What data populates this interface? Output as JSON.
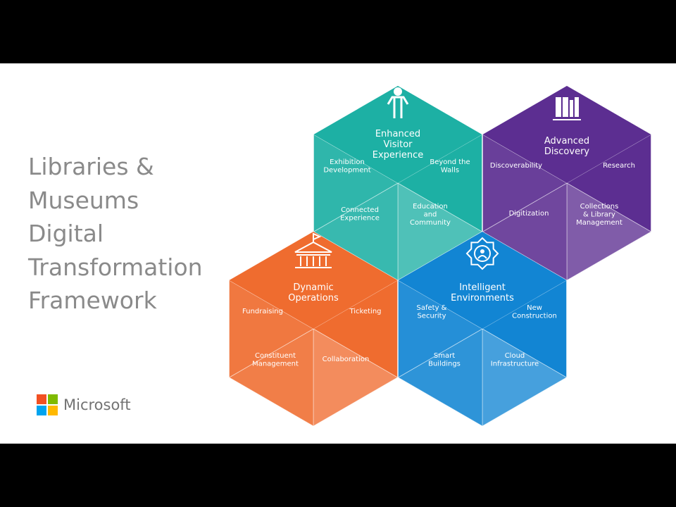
{
  "title_lines": [
    "Libraries &",
    "Museums",
    "Digital",
    "Transformation",
    "Framework"
  ],
  "logo": {
    "text": "Microsoft",
    "colors": [
      "#f25022",
      "#7fba00",
      "#00a4ef",
      "#ffb900"
    ]
  },
  "hexagons": {
    "visitor": {
      "title": [
        "Enhanced",
        "Visitor",
        "Experience"
      ],
      "icon": "person-icon",
      "color": "#1db0a4",
      "items": [
        "Exhibition Development",
        "Beyond the Walls",
        "Connected Experience",
        "Education and Community"
      ]
    },
    "discovery": {
      "title": [
        "Advanced",
        "Discovery"
      ],
      "icon": "books-icon",
      "color": "#5c2e91",
      "items": [
        "Discoverability",
        "Research",
        "Digitization",
        "Collections & Library Management"
      ]
    },
    "operations": {
      "title": [
        "Dynamic",
        "Operations"
      ],
      "icon": "building-icon",
      "color": "#ef6c2f",
      "items": [
        "Fundraising",
        "Ticketing",
        "Constituent Management",
        "Collaboration"
      ]
    },
    "environments": {
      "title": [
        "Intelligent",
        "Environments"
      ],
      "icon": "gear-person-icon",
      "color": "#1285d3",
      "items": [
        "Safety & Security",
        "New Construction",
        "Smart Buildings",
        "Cloud Infrastructure"
      ]
    }
  }
}
